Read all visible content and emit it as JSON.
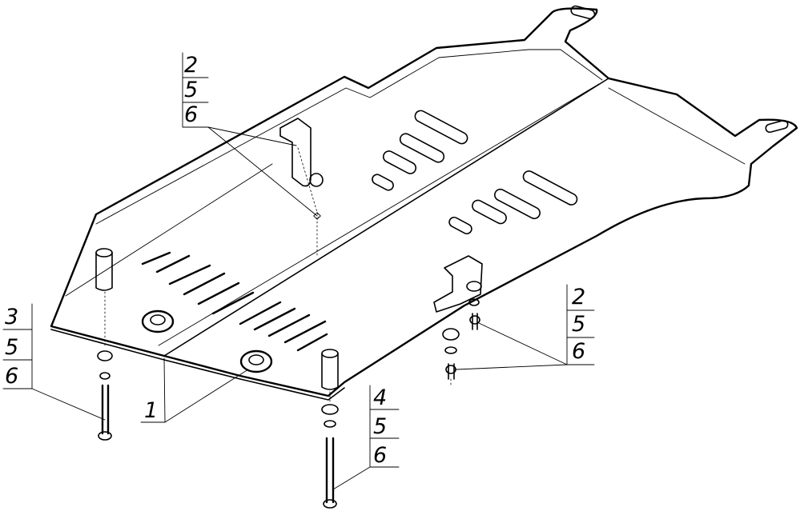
{
  "callouts": [
    {
      "id": "top-center",
      "numbers": [
        "2",
        "5",
        "6"
      ]
    },
    {
      "id": "right",
      "numbers": [
        "2",
        "5",
        "6"
      ]
    },
    {
      "id": "left",
      "numbers": [
        "3",
        "5",
        "6"
      ]
    },
    {
      "id": "bottom",
      "numbers": [
        "4",
        "5",
        "6"
      ]
    },
    {
      "id": "front",
      "numbers": [
        "1"
      ]
    }
  ]
}
